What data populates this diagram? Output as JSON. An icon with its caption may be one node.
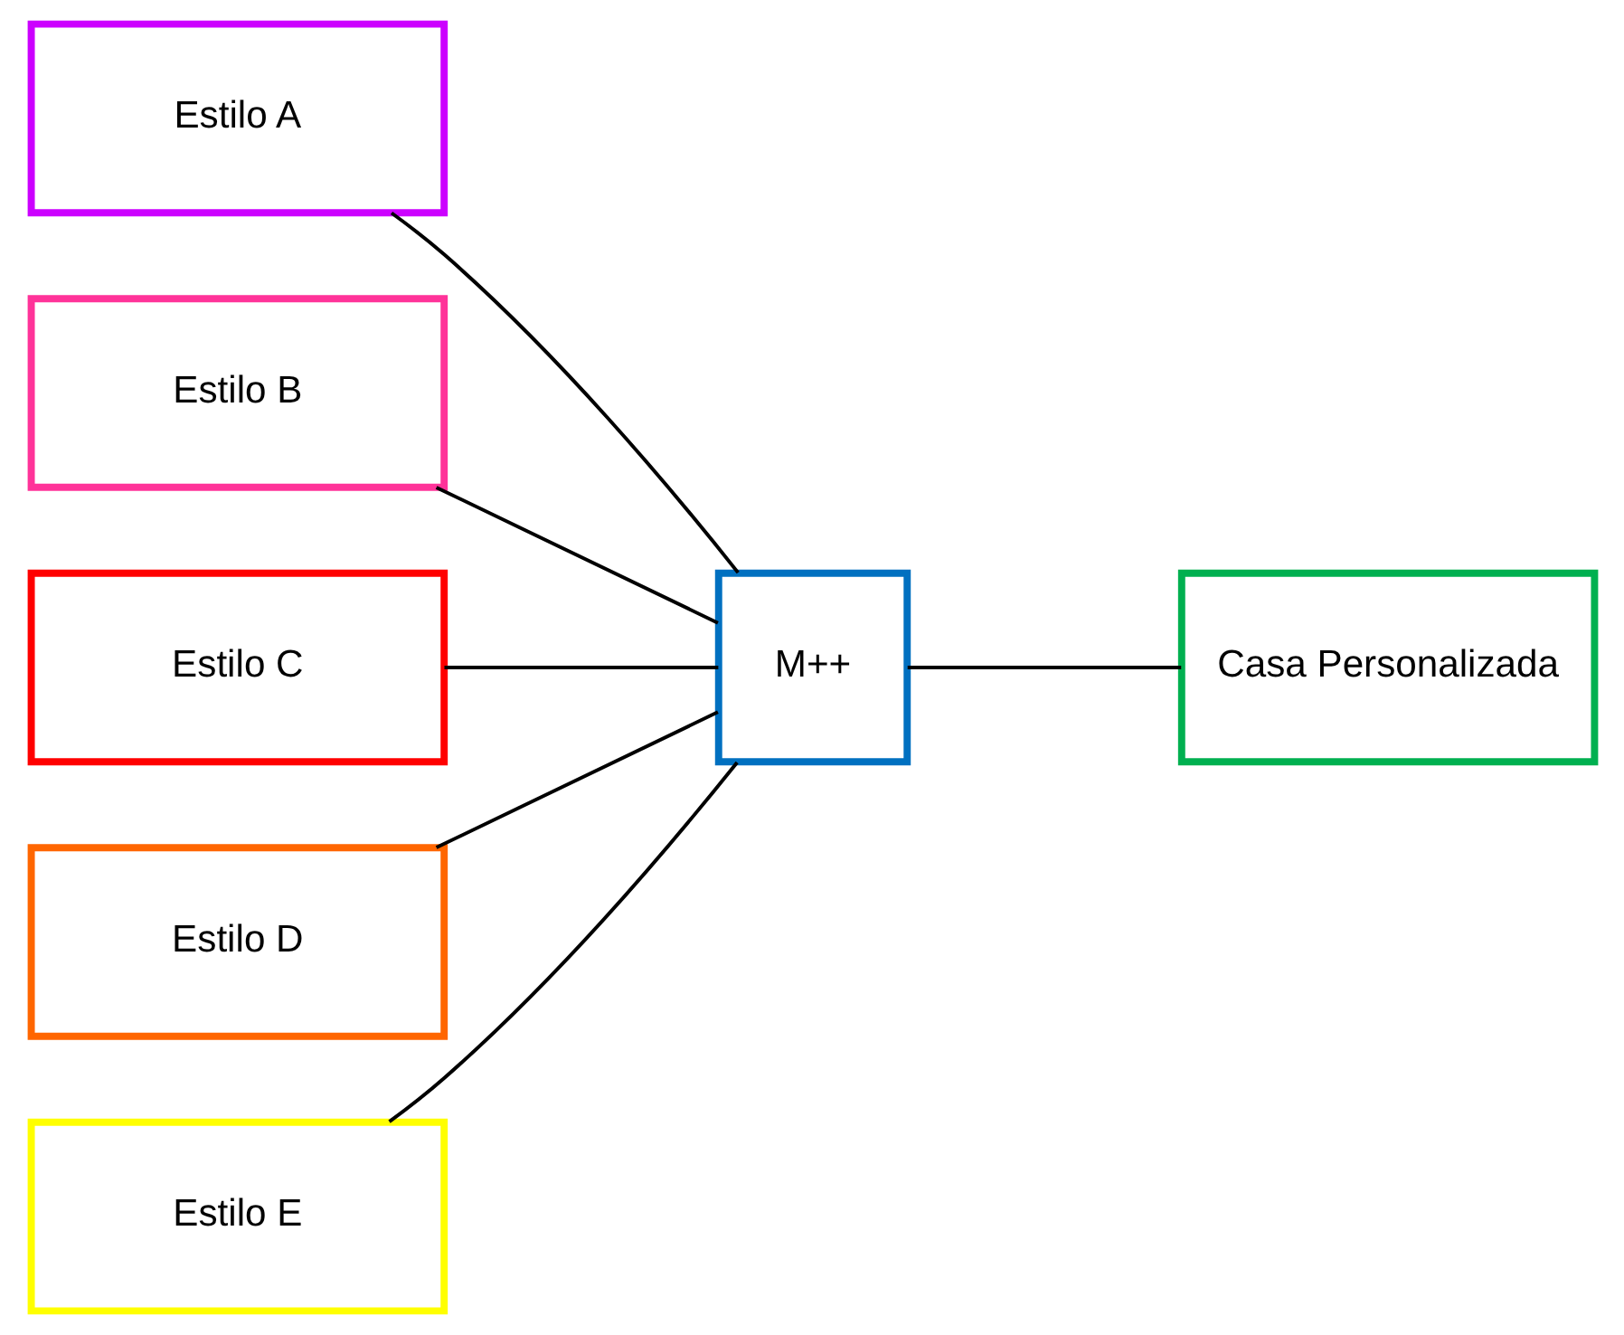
{
  "diagram": {
    "nodes": [
      {
        "text": [
          "Estilo A"
        ]
      },
      {
        "text": [
          "Estilo B"
        ]
      },
      {
        "text": [
          "Estilo C"
        ]
      },
      {
        "text": [
          "Estilo D"
        ]
      },
      {
        "text": [
          "Estilo E"
        ]
      },
      {
        "text": [
          "M++"
        ]
      },
      {
        "text": [
          "Casa Personalizada"
        ]
      }
    ],
    "edges": [
      {
        "from": 0,
        "to": 5,
        "arrow": "none"
      },
      {
        "from": 1,
        "to": 5,
        "arrow": "none"
      },
      {
        "from": 2,
        "to": 5,
        "arrow": "none"
      },
      {
        "from": 3,
        "to": 5,
        "arrow": "none"
      },
      {
        "from": 4,
        "to": 5,
        "arrow": "none"
      },
      {
        "from": 5,
        "to": 6,
        "arrow": "none"
      }
    ]
  }
}
